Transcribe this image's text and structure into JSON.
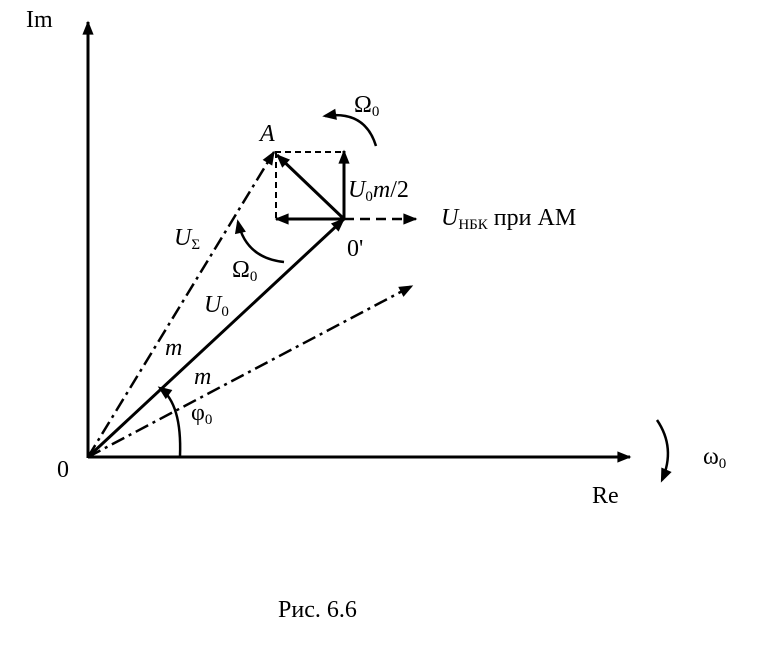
{
  "axes": {
    "im": "Im",
    "re": "Re",
    "origin": "0"
  },
  "points": {
    "a": "A",
    "o_prime": "0'"
  },
  "labels": {
    "omega_top_sym": "Ω",
    "omega_top_sub": "0",
    "omega_mid_sym": "Ω",
    "omega_mid_sub": "0",
    "omega_right_sym": "ω",
    "omega_right_sub": "0",
    "phi_sym": "φ",
    "phi_sub": "0",
    "u_sigma_sym": "U",
    "u_sigma_sub": "Σ",
    "u0_sym": "U",
    "u0_sub": "0",
    "m1": "m",
    "m2": "m",
    "u0m2_u": "U",
    "u0m2_sub": "0",
    "u0m2_m": "m",
    "u0m2_rest": "/2",
    "unbk_u": "U",
    "unbk_sub": "НБК",
    "unbk_rest": " при АМ"
  },
  "caption": "Рис. 6.6"
}
